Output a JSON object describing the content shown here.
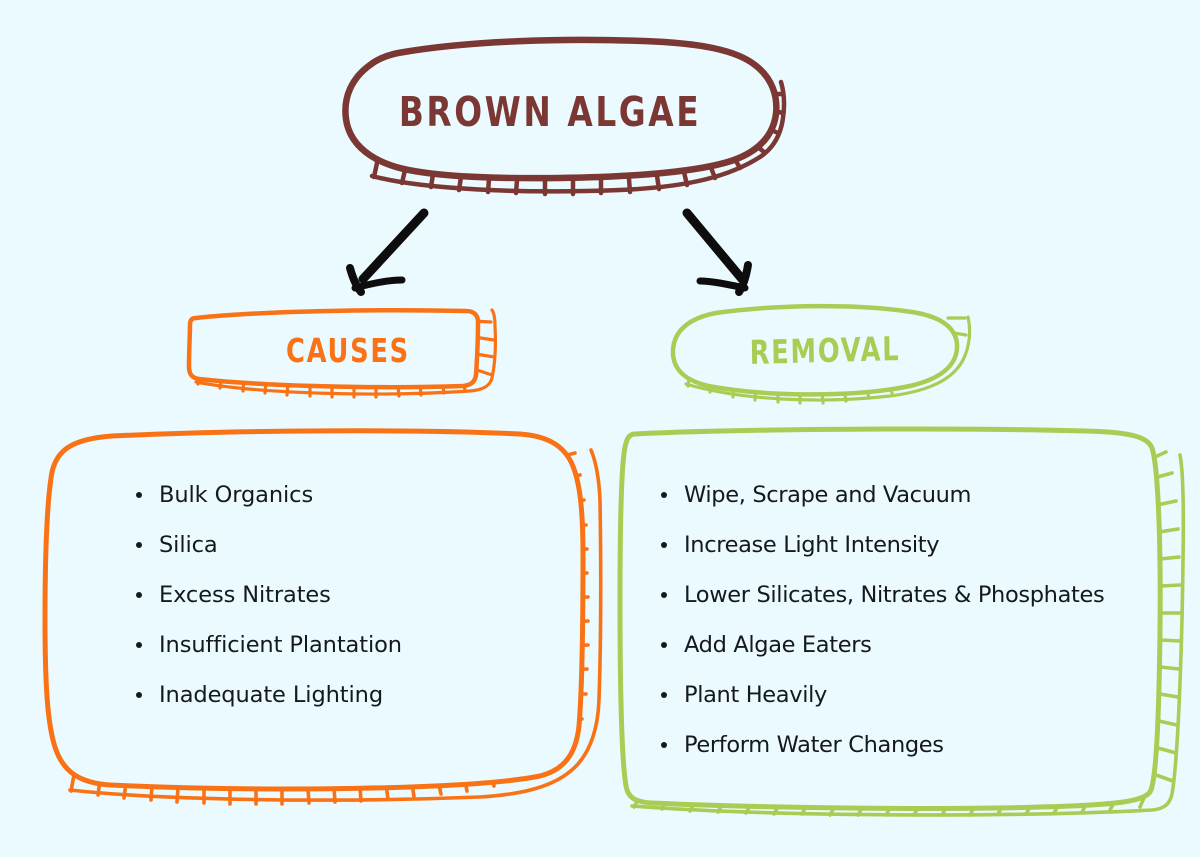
{
  "background_color": "#eafaff",
  "title": {
    "text": "BROWN ALGAE",
    "color": "#7b3734"
  },
  "connectors": [
    {
      "name": "arrow-to-causes",
      "direction": "down-left",
      "color": "#0d0d0d"
    },
    {
      "name": "arrow-to-removal",
      "direction": "down-right",
      "color": "#0d0d0d"
    }
  ],
  "branches": [
    {
      "id": "causes",
      "header": "CAUSES",
      "color": "#f97316",
      "items": [
        "Bulk Organics",
        "Silica",
        "Excess Nitrates",
        "Insufficient Plantation",
        "Inadequate Lighting"
      ]
    },
    {
      "id": "removal",
      "header": "REMOVAL",
      "color": "#a8cc54",
      "items": [
        "Wipe, Scrape and Vacuum",
        "Increase Light Intensity",
        "Lower Silicates, Nitrates & Phosphates",
        "Add Algae Eaters",
        "Plant Heavily",
        "Perform Water Changes"
      ]
    }
  ]
}
